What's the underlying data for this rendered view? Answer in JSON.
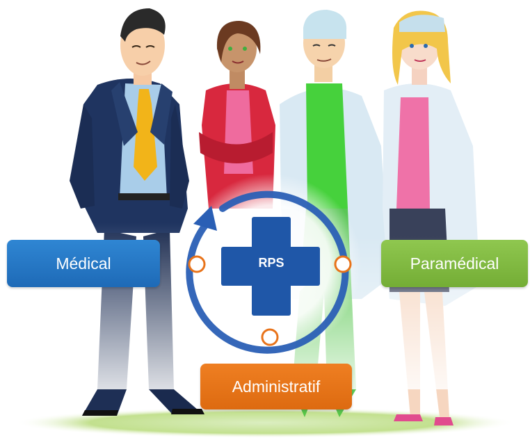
{
  "center": {
    "label": "RPS"
  },
  "categories": {
    "medical": "Médical",
    "paramedical": "Paramédical",
    "administrative": "Administratif"
  },
  "colors": {
    "medical": "#1e6ab7",
    "paramedical": "#7cb83c",
    "administrative": "#e8731a",
    "cross": "#1f57a8",
    "cycle_ring": "#2a5fb5",
    "node_ring": "#e8731a",
    "floor_glow": "#c8e49a"
  },
  "icons": {
    "center": "medical-cross-icon",
    "cycle": "cycle-arrow-icon"
  }
}
